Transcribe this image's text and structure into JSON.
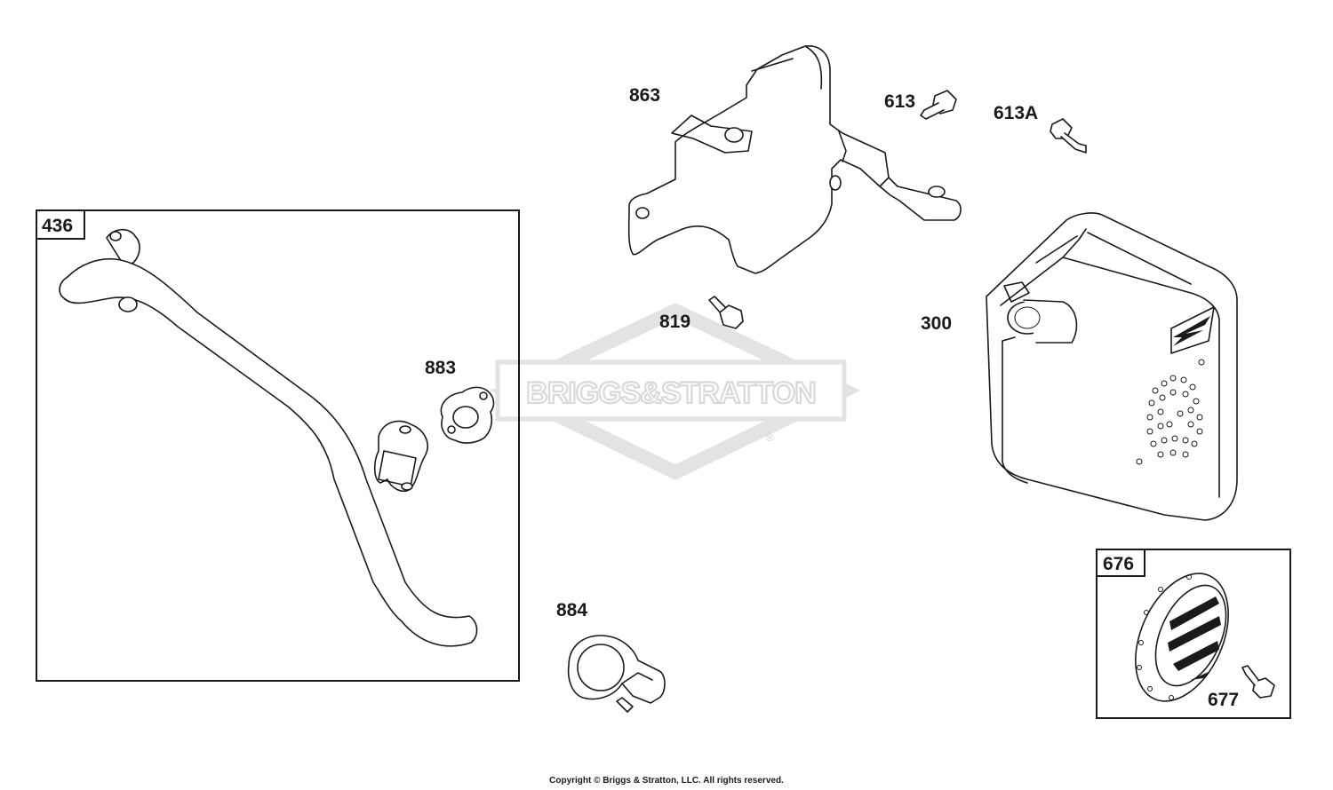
{
  "watermark": {
    "brand": "BRIGGS&STRATTON",
    "registered": "®"
  },
  "parts": {
    "p436": "436",
    "p883": "883",
    "p863": "863",
    "p819": "819",
    "p613": "613",
    "p613a": "613A",
    "p300": "300",
    "p884": "884",
    "p676": "676",
    "p677": "677"
  },
  "footer": {
    "copyright": "Copyright © Briggs & Stratton, LLC. All rights reserved."
  }
}
